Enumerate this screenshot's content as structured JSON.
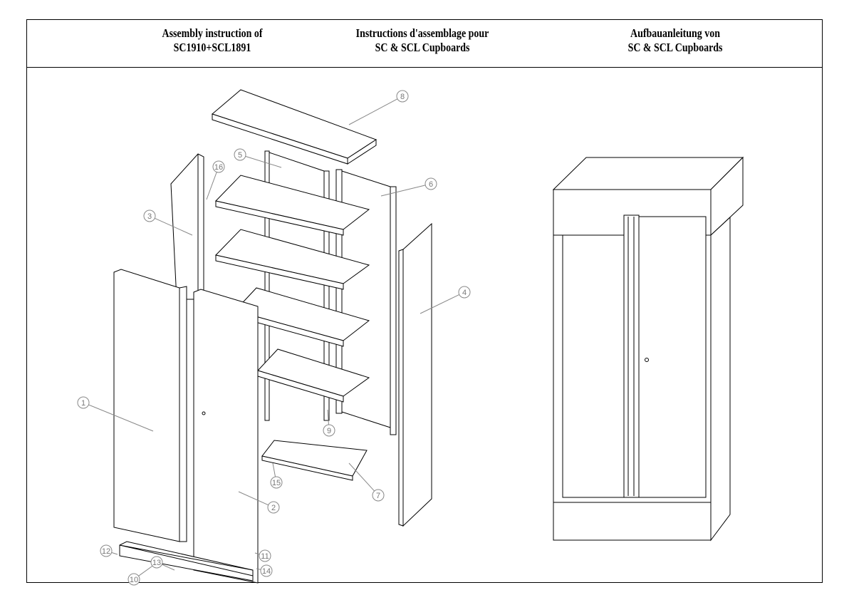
{
  "header": {
    "english": {
      "line1": "Assembly instruction of",
      "line2": "SC1910+SCL1891"
    },
    "french": {
      "line1": "Instructions d'assemblage pour",
      "line2": "SC & SCL Cupboards"
    },
    "german": {
      "line1": "Aufbauanleitung von",
      "line2": "SC & SCL Cupboards"
    }
  },
  "callouts": [
    "1",
    "2",
    "3",
    "4",
    "5",
    "6",
    "7",
    "8",
    "9",
    "10",
    "11",
    "12",
    "13",
    "14",
    "15",
    "16"
  ]
}
